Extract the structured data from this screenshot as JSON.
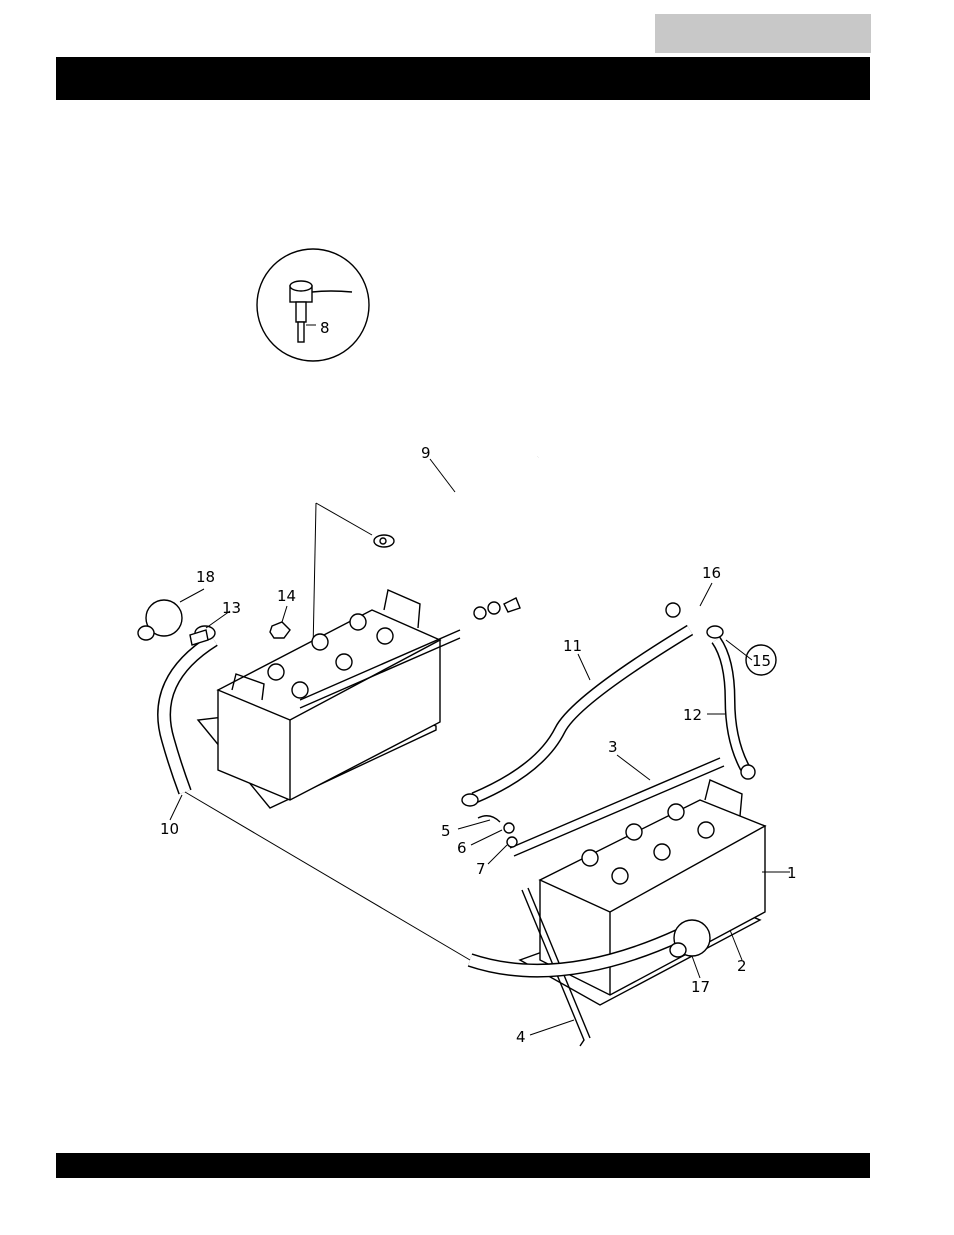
{
  "header": {
    "tab_label": "",
    "title": ""
  },
  "footer": {
    "text": ""
  },
  "callouts": {
    "c1": "1",
    "c2": "2",
    "c3": "3",
    "c4": "4",
    "c5": "5",
    "c6": "6",
    "c7": "7",
    "c8": "8",
    "c9": "9",
    "c10": "10",
    "c11": "11",
    "c12": "12",
    "c13": "13",
    "c14": "14",
    "c15": "15",
    "c16": "16",
    "c17": "17",
    "c18": "18"
  }
}
